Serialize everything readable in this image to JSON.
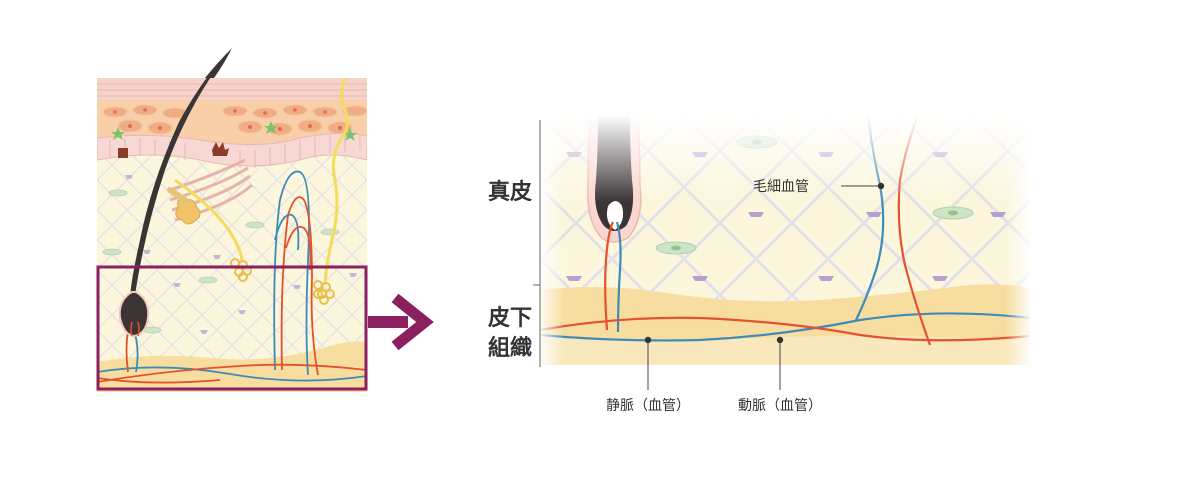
{
  "labels": {
    "dermis": "真皮",
    "subcutis_line1": "皮下",
    "subcutis_line2": "組織",
    "capillary": "毛細血管",
    "vein": "静脈（血管）",
    "artery": "動脈（血管）"
  },
  "colors": {
    "dermis_bg": "#fbf6dc",
    "fat_layer": "#f7dea0",
    "epidermis_pink": "#f4c7c0",
    "artery": "#e4512e",
    "vein": "#3f8bb8",
    "nerve": "#f3dc5a",
    "hair": "#3b3435",
    "arrow": "#8c1f5f",
    "fibroblast": "#cfe3c8",
    "mast_cell": "#b6a0cf"
  }
}
